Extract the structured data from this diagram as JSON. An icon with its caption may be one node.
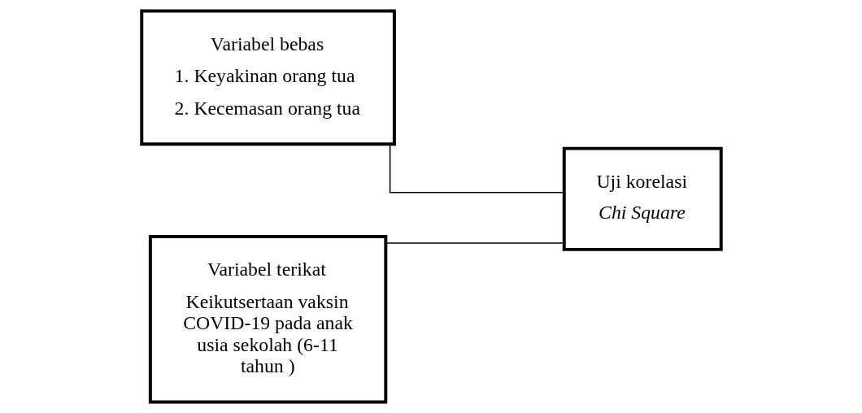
{
  "diagram": {
    "nodes": [
      {
        "text": [
          "Variabel bebas",
          "1. Keyakinan orang tua",
          "2. Kecemasan orang tua"
        ]
      },
      {
        "text": [
          "Variabel terikat",
          "Keikutsertaan vaksin COVID-19 pada anak usia sekolah (6-11 tahun )"
        ]
      },
      {
        "text": [
          "Uji korelasi",
          "Chi Square"
        ]
      }
    ],
    "edges": [
      {
        "from": 0,
        "to": 2,
        "arrow": "none"
      },
      {
        "from": 1,
        "to": 2,
        "arrow": "none"
      }
    ]
  }
}
